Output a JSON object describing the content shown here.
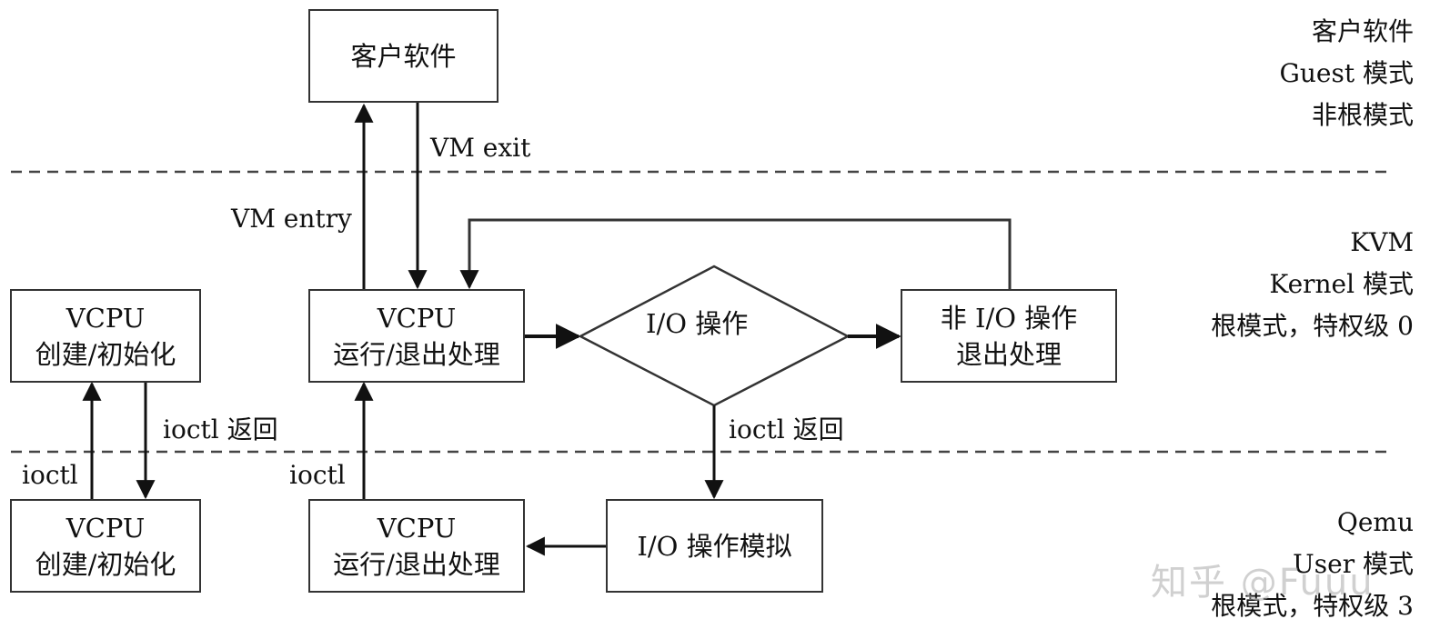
{
  "diagram": {
    "layers": {
      "guest": {
        "lines": [
          "客户软件",
          "Guest 模式",
          "非根模式"
        ]
      },
      "kvm": {
        "lines": [
          "KVM",
          "Kernel 模式",
          "根模式，特权级 0"
        ]
      },
      "qemu": {
        "lines": [
          "Qemu",
          "User 模式",
          "根模式，特权级 3"
        ]
      }
    },
    "nodes": {
      "guest_software": {
        "lines": [
          "客户软件"
        ]
      },
      "kvm_vcpu_init": {
        "lines": [
          "VCPU",
          "创建/初始化"
        ]
      },
      "kvm_vcpu_run": {
        "lines": [
          "VCPU",
          "运行/退出处理"
        ]
      },
      "io_decision": {
        "lines": [
          "I/O 操作"
        ]
      },
      "non_io_exit": {
        "lines": [
          "非 I/O 操作",
          "退出处理"
        ]
      },
      "qemu_vcpu_init": {
        "lines": [
          "VCPU",
          "创建/初始化"
        ]
      },
      "qemu_vcpu_run": {
        "lines": [
          "VCPU",
          "运行/退出处理"
        ]
      },
      "io_emulation": {
        "lines": [
          "I/O 操作模拟"
        ]
      }
    },
    "edge_labels": {
      "vm_exit": "VM exit",
      "vm_entry": "VM entry",
      "ioctl_return_init": "ioctl 返回",
      "ioctl_init": "ioctl",
      "ioctl_run": "ioctl",
      "ioctl_return_io": "ioctl 返回"
    },
    "edges": [
      {
        "from": "kvm_vcpu_run",
        "to": "guest_software",
        "label": "VM entry"
      },
      {
        "from": "guest_software",
        "to": "kvm_vcpu_run",
        "label": "VM exit"
      },
      {
        "from": "kvm_vcpu_run",
        "to": "io_decision",
        "label": ""
      },
      {
        "from": "io_decision",
        "to": "non_io_exit",
        "label": ""
      },
      {
        "from": "non_io_exit",
        "to": "kvm_vcpu_run",
        "label": ""
      },
      {
        "from": "io_decision",
        "to": "io_emulation",
        "label": "ioctl 返回"
      },
      {
        "from": "io_emulation",
        "to": "qemu_vcpu_run",
        "label": ""
      },
      {
        "from": "qemu_vcpu_run",
        "to": "kvm_vcpu_run",
        "label": "ioctl"
      },
      {
        "from": "qemu_vcpu_init",
        "to": "kvm_vcpu_init",
        "label": "ioctl"
      },
      {
        "from": "kvm_vcpu_init",
        "to": "qemu_vcpu_init",
        "label": "ioctl 返回"
      }
    ]
  },
  "watermark": "知乎 @Fuuu"
}
